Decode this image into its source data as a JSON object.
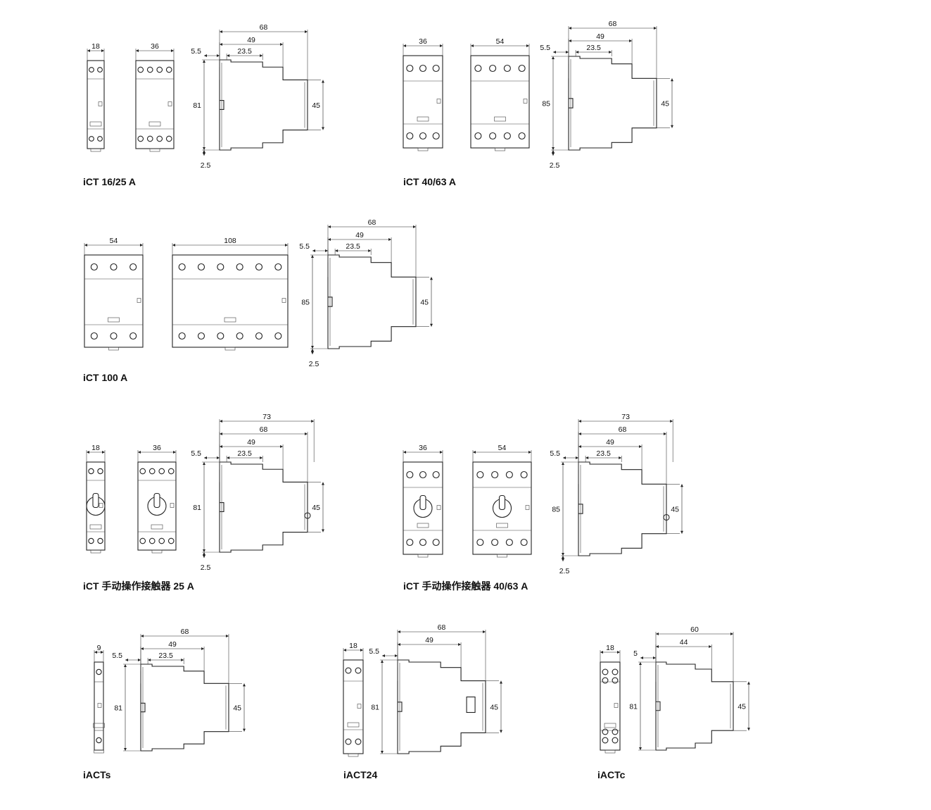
{
  "colors": {
    "line": "#222222",
    "text": "#111111",
    "background": "#ffffff"
  },
  "groups": [
    {
      "caption": "iCT 16/25 A",
      "fronts": [
        {
          "width_label": "18"
        },
        {
          "width_label": "36"
        }
      ],
      "side": {
        "d1": "68",
        "d2": "49",
        "d3": "23.5",
        "d4": "5.5",
        "height": "81",
        "depth": "45",
        "rail": "2.5"
      }
    },
    {
      "caption": "iCT 40/63 A",
      "fronts": [
        {
          "width_label": "36"
        },
        {
          "width_label": "54"
        }
      ],
      "side": {
        "d1": "68",
        "d2": "49",
        "d3": "23.5",
        "d4": "5.5",
        "height": "85",
        "depth": "45",
        "rail": "2.5"
      }
    },
    {
      "caption": "iCT 100 A",
      "fronts": [
        {
          "width_label": "54"
        },
        {
          "width_label": "108"
        }
      ],
      "side": {
        "d1": "68",
        "d2": "49",
        "d3": "23.5",
        "d4": "5.5",
        "height": "85",
        "depth": "45",
        "rail": "2.5"
      }
    },
    {
      "caption": "iCT 手动操作接触器 25 A",
      "fronts": [
        {
          "width_label": "18"
        },
        {
          "width_label": "36"
        }
      ],
      "side": {
        "d0": "73",
        "d1": "68",
        "d2": "49",
        "d3": "23.5",
        "d4": "5.5",
        "height": "81",
        "depth": "45",
        "rail": "2.5"
      }
    },
    {
      "caption": "iCT 手动操作接触器 40/63 A",
      "fronts": [
        {
          "width_label": "36"
        },
        {
          "width_label": "54"
        }
      ],
      "side": {
        "d0": "73",
        "d1": "68",
        "d2": "49",
        "d3": "23.5",
        "d4": "5.5",
        "height": "85",
        "depth": "45",
        "rail": "2.5"
      }
    },
    {
      "caption": "iACTs",
      "fronts": [
        {
          "width_label": "9"
        }
      ],
      "side": {
        "d1": "68",
        "d2": "49",
        "d3": "23.5",
        "d4": "5.5",
        "height": "81",
        "depth": "45"
      }
    },
    {
      "caption": "iACT24",
      "fronts": [
        {
          "width_label": "18"
        }
      ],
      "side": {
        "d1": "68",
        "d2": "49",
        "d4": "5.5",
        "height": "81",
        "depth": "45"
      }
    },
    {
      "caption": "iACTc",
      "fronts": [
        {
          "width_label": "18"
        }
      ],
      "side": {
        "d1": "60",
        "d2": "44",
        "d4": "5",
        "height": "81",
        "depth": "45"
      }
    }
  ]
}
